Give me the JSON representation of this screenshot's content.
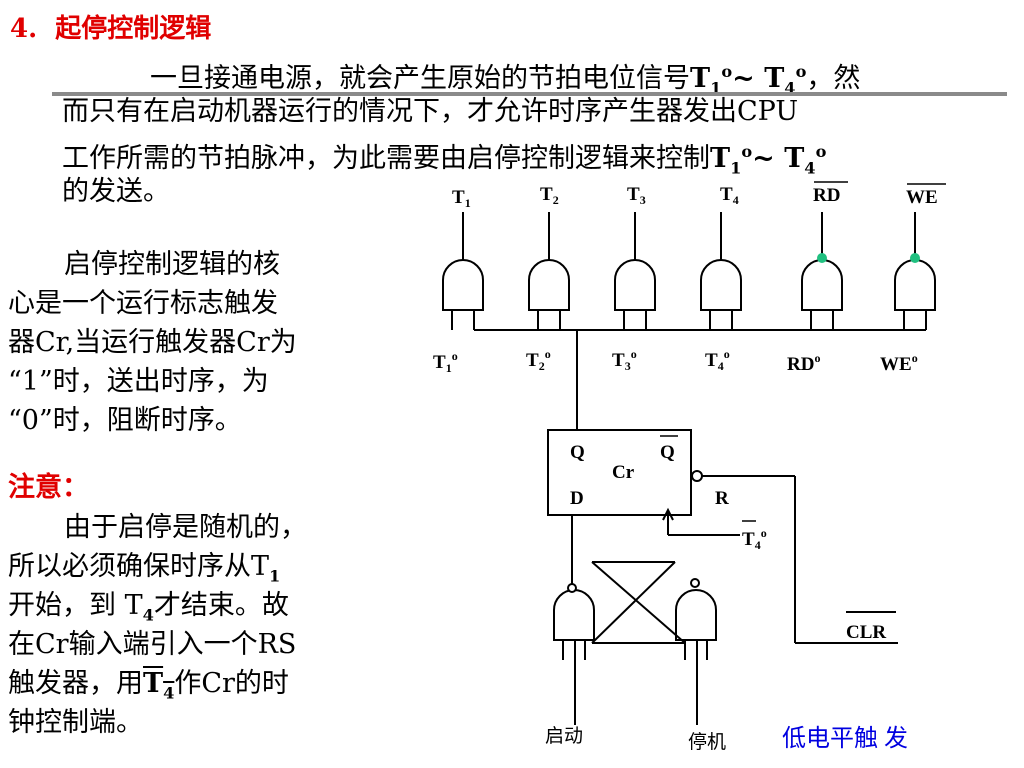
{
  "slide": {
    "title_num": "4.",
    "title_text": "起停控制逻辑",
    "para1": {
      "l1a": "一旦接通电源，就会产生原始的节拍电位信号",
      "l1b": "，然",
      "l2": "而只有在启动机器运行的情况下，才允许时序产生器发出CPU",
      "l3": "工作所需的节拍脉冲，为此需要由启停控制逻辑来控制",
      "l4": "的发送。",
      "range_sep": "~"
    },
    "para2": {
      "l1": "启停控制逻辑的核",
      "l2": "心是一个运行标志触发",
      "l3": "器Cr,当运行触发器Cr为",
      "l4": "“1”时，送出时序，为",
      "l5": "“0”时，阻断时序。"
    },
    "note_label": "注意：",
    "para3": {
      "l1": "由于启停是随机的，",
      "l2": "所以必须确保时序从T",
      "l3a": "开始，到 T",
      "l3b": "才结束。故",
      "l4": "在Cr输入端引入一个RS",
      "l5a": "触发器，用",
      "l5b": "作Cr的时",
      "l6": "钟控制端。"
    }
  },
  "diagram": {
    "top_inputs": [
      "T1",
      "T2",
      "T3",
      "T4",
      "RD",
      "WE"
    ],
    "outputs": [
      "T1o",
      "T2o",
      "T3o",
      "T4o",
      "RDo",
      "WEo"
    ],
    "flipflop": {
      "name": "Cr",
      "q": "Q",
      "qbar": "Q",
      "d": "D",
      "r": "R"
    },
    "clock_label": "T4o",
    "clr_label": "CLR",
    "start_label": "启动",
    "stop_label": "停机",
    "low_trigger_label": "低电平触 发",
    "dot_color": "#20c080",
    "accent_red": "#e00000",
    "accent_blue": "#0000e0"
  }
}
